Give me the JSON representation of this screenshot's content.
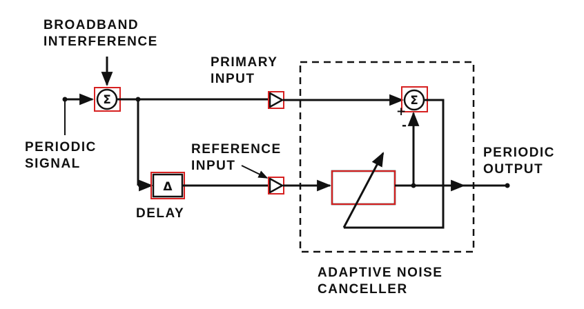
{
  "labels": {
    "broadband_line1": "BROADBAND",
    "broadband_line2": "INTERFERENCE",
    "primary_line1": "PRIMARY",
    "primary_line2": "INPUT",
    "periodic_signal_line1": "PERIODIC",
    "periodic_signal_line2": "SIGNAL",
    "reference_line1": "REFERENCE",
    "reference_line2": "INPUT",
    "delay": "DELAY",
    "periodic_output_line1": "PERIODIC",
    "periodic_output_line2": "OUTPUT",
    "canceller_line1": "ADAPTIVE NOISE",
    "canceller_line2": "CANCELLER"
  },
  "symbols": {
    "sum": "Σ",
    "delay": "Δ",
    "plus": "+",
    "minus": "-"
  },
  "colors": {
    "line": "#111111",
    "highlight_box": "#d62020"
  }
}
